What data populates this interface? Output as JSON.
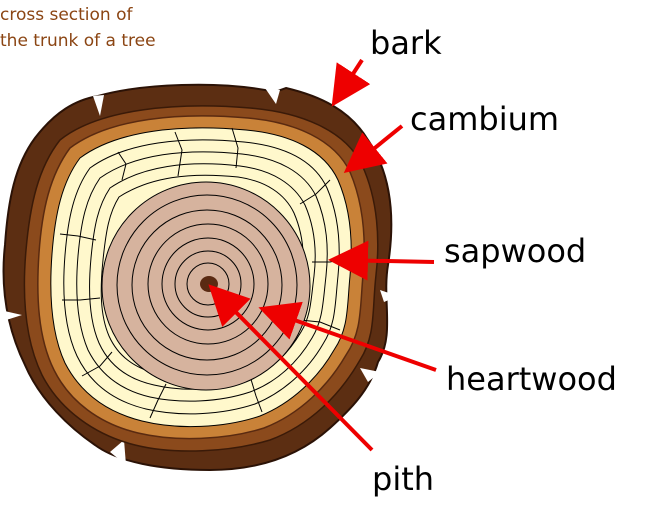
{
  "caption": {
    "line1": "cross section of",
    "line2": "the trunk of a tree"
  },
  "labels": {
    "bark": "bark",
    "cambium": "cambium",
    "sapwood": "sapwood",
    "heartwood": "heartwood",
    "pith": "pith"
  },
  "colors": {
    "caption": "#8B4513",
    "bark": "#5C2E12",
    "bark_inner": "#8B4A1C",
    "cambium": "#C98238",
    "sapwood": "#FFF8CC",
    "heartwood": "#D6B39E",
    "pith": "#5A2A12",
    "ring_line": "#000000",
    "arrow": "#EE0000"
  }
}
